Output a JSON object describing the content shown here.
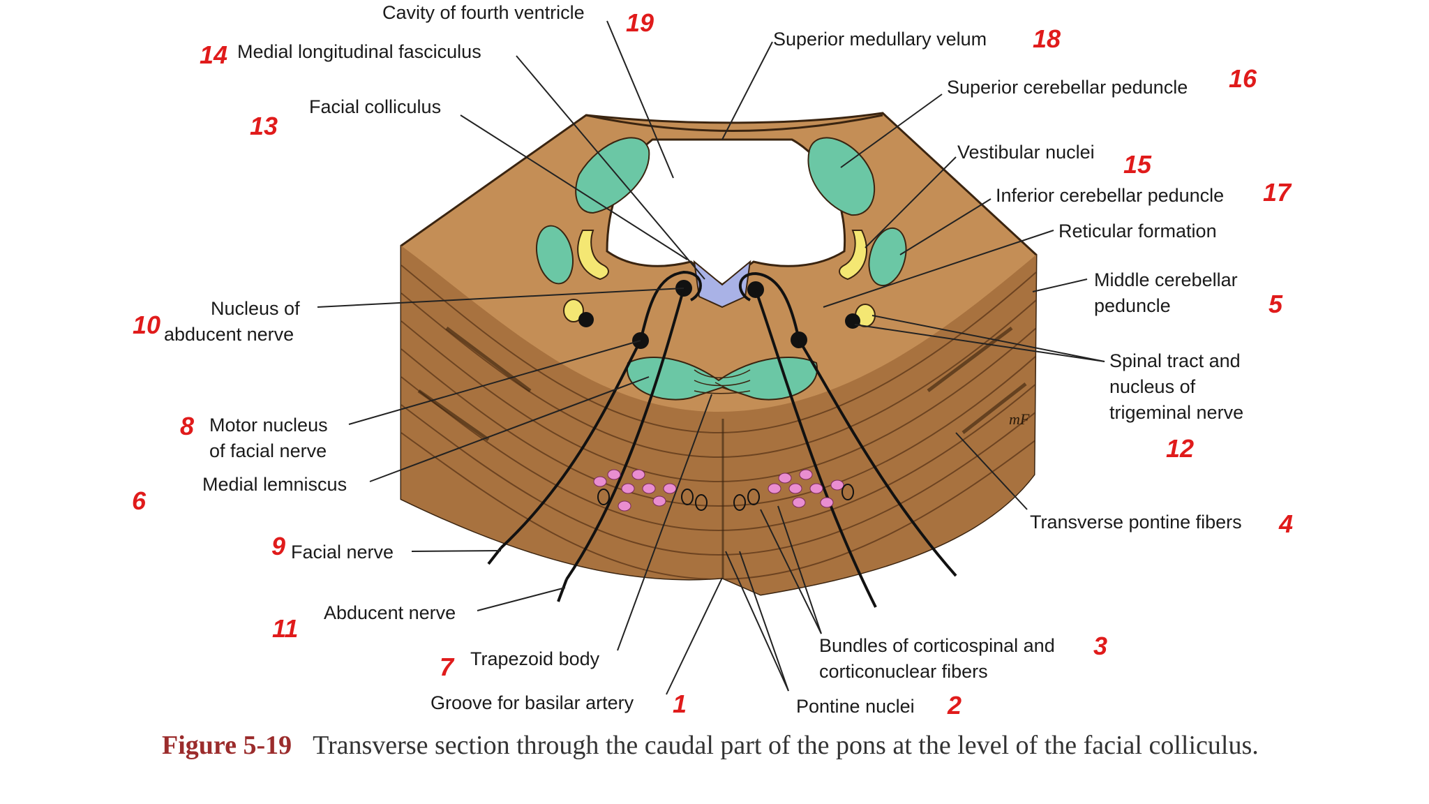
{
  "colors": {
    "tissue": "#c48e56",
    "tissue_dark": "#9a6535",
    "nucleus_green": "#6bc7a5",
    "nucleus_yellow": "#f4e773",
    "floor_blue": "#a9b2e6",
    "pontine_pink": "#e98ed0",
    "number_red": "#e01b1b",
    "caption_prefix": "#9b2c2c"
  },
  "labels": {
    "cavity": "Cavity of fourth ventricle",
    "mlf": "Medial longitudinal fasciculus",
    "facial_colliculus": "Facial colliculus",
    "superior_medullary_velum": "Superior medullary velum",
    "superior_cerebellar_peduncle": "Superior cerebellar peduncle",
    "vestibular_nuclei": "Vestibular nuclei",
    "inferior_cerebellar_peduncle": "Inferior cerebellar peduncle",
    "reticular_formation": "Reticular formation",
    "middle_cerebellar_peduncle_1": "Middle cerebellar",
    "middle_cerebellar_peduncle_2": "peduncle",
    "nucleus_abducent_1": "Nucleus of",
    "nucleus_abducent_2": "abducent nerve",
    "spinal_tract_1": "Spinal tract and",
    "spinal_tract_2": "nucleus of",
    "spinal_tract_3": "trigeminal nerve",
    "motor_nucleus_1": "Motor nucleus",
    "motor_nucleus_2": "of facial nerve",
    "medial_lemniscus": "Medial lemniscus",
    "transverse_pontine": "Transverse pontine fibers",
    "facial_nerve": "Facial nerve",
    "abducent_nerve": "Abducent nerve",
    "bundles_1": "Bundles of corticospinal and",
    "bundles_2": "corticonuclear fibers",
    "trapezoid": "Trapezoid body",
    "groove": "Groove for basilar artery",
    "pontine_nuclei": "Pontine nuclei",
    "signature": "mF"
  },
  "numbers": {
    "n1": "1",
    "n2": "2",
    "n3": "3",
    "n4": "4",
    "n5": "5",
    "n6": "6",
    "n7": "7",
    "n8": "8",
    "n9": "9",
    "n10": "10",
    "n11": "11",
    "n12": "12",
    "n13": "13",
    "n14": "14",
    "n15": "15",
    "n16": "16",
    "n17": "17",
    "n18": "18",
    "n19": "19"
  },
  "caption": {
    "prefix": "Figure 5-19",
    "text": "Transverse section through the caudal part of the pons at the level of the facial colliculus."
  }
}
